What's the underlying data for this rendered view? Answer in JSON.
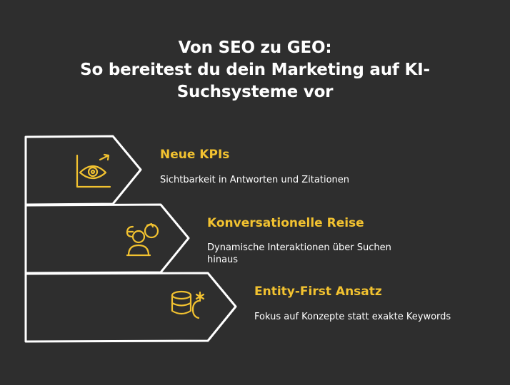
{
  "title": {
    "line1": "Von SEO zu GEO:",
    "line2": "So bereitest du dein Marketing auf KI-",
    "line3": "Suchsysteme vor"
  },
  "steps": [
    {
      "heading": "Neue KPIs",
      "description": "Sichtbarkeit in Antworten und Zitationen",
      "icon": "eye-chart-icon"
    },
    {
      "heading": "Konversationelle Reise",
      "description": "Dynamische Interaktionen über Suchen hinaus",
      "icon": "user-conversation-icon"
    },
    {
      "heading": "Entity-First Ansatz",
      "description": "Fokus auf Konzepte statt exakte Keywords",
      "icon": "database-entity-icon"
    }
  ],
  "colors": {
    "background": "#2e2e2e",
    "accent": "#f2c230",
    "text": "#ffffff"
  }
}
